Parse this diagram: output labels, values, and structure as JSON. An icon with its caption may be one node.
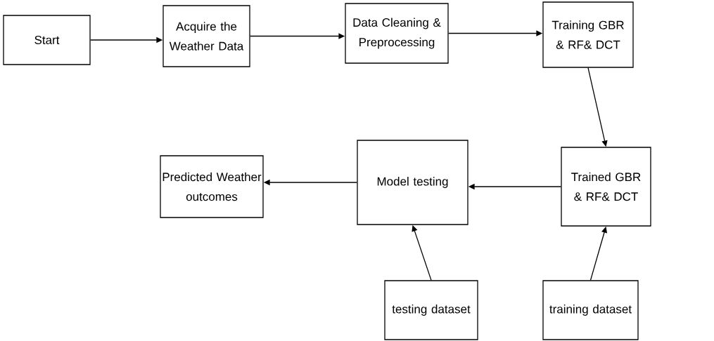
{
  "diagram": {
    "nodes": [
      {
        "text": [
          "Start"
        ]
      },
      {
        "text": [
          "Acquire the Weather Data"
        ]
      },
      {
        "text": [
          "Data Cleaning & Preprocessing"
        ]
      },
      {
        "text": [
          "Training GBR & RF& DCT"
        ]
      },
      {
        "text": [
          "Predicted Weather outcomes"
        ]
      },
      {
        "text": [
          "Model testing"
        ]
      },
      {
        "text": [
          "Trained GBR & RF& DCT"
        ]
      },
      {
        "text": [
          "testing dataset"
        ]
      },
      {
        "text": [
          "training dataset"
        ]
      }
    ],
    "edges": [
      {
        "from": 0,
        "to": 1,
        "arrow": "to"
      },
      {
        "from": 1,
        "to": 2,
        "arrow": "to"
      },
      {
        "from": 2,
        "to": 3,
        "arrow": "to"
      },
      {
        "from": 3,
        "to": 6,
        "arrow": "to"
      },
      {
        "from": 6,
        "to": 5,
        "arrow": "to"
      },
      {
        "from": 5,
        "to": 4,
        "arrow": "to"
      },
      {
        "from": 7,
        "to": 5,
        "arrow": "to"
      },
      {
        "from": 8,
        "to": 6,
        "arrow": "to"
      }
    ]
  }
}
